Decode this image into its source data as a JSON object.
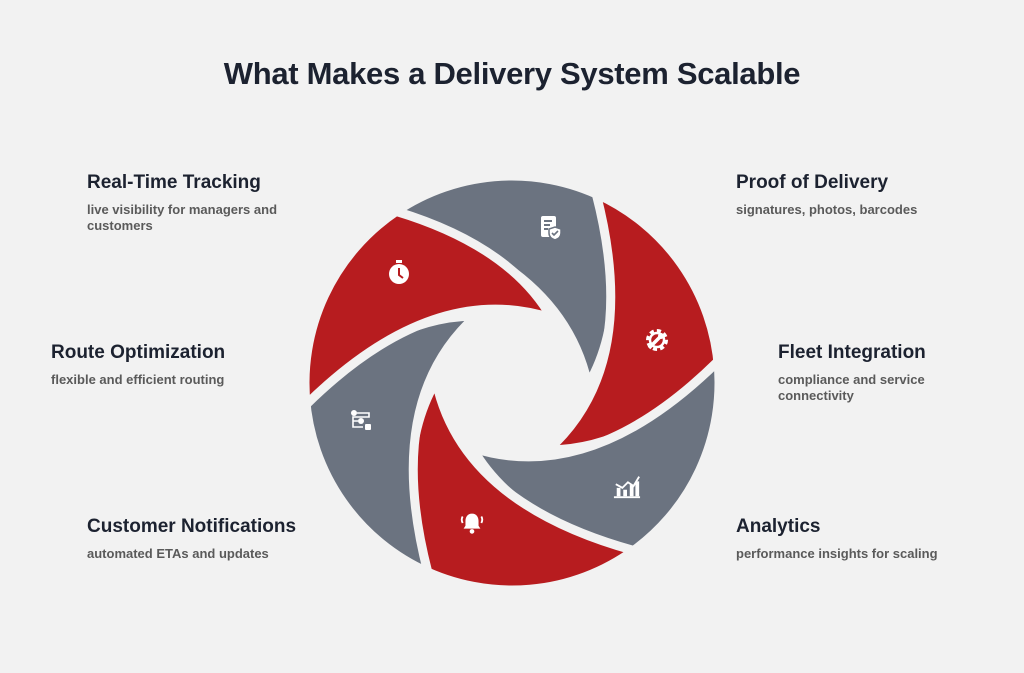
{
  "title": "What Makes a Delivery System Scalable",
  "colors": {
    "red": "#b71c1f",
    "gray": "#6b7380",
    "background": "#f2f2f2"
  },
  "items": [
    {
      "heading": "Real-Time Tracking",
      "description": "live visibility for managers and customers",
      "icon": "stopwatch-icon"
    },
    {
      "heading": "Route Optimization",
      "description": "flexible and efficient routing",
      "icon": "route-flow-icon"
    },
    {
      "heading": "Customer Notifications",
      "description": "automated ETAs and updates",
      "icon": "bell-icon"
    },
    {
      "heading": "Proof of Delivery",
      "description": "signatures, photos, barcodes",
      "icon": "document-shield-icon"
    },
    {
      "heading": "Fleet Integration",
      "description": "compliance and service connectivity",
      "icon": "gear-wrench-icon"
    },
    {
      "heading": "Analytics",
      "description": "performance insights for scaling",
      "icon": "chart-icon"
    }
  ]
}
